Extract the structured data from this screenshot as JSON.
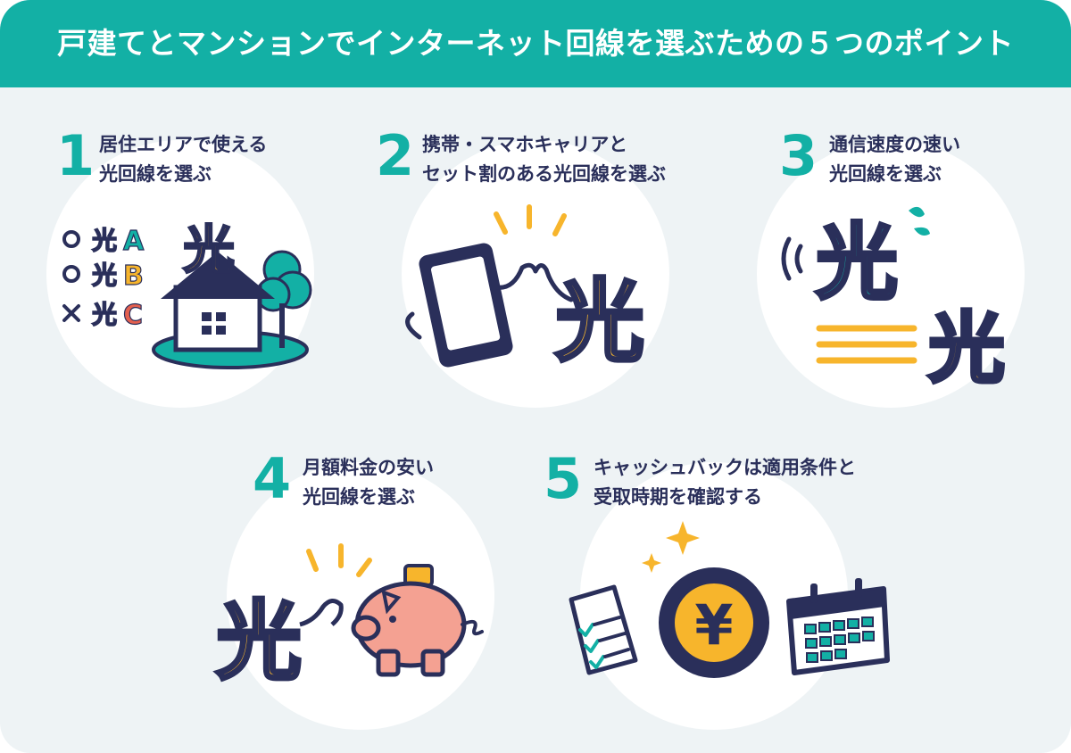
{
  "header": {
    "title": "戸建てとマンションでインターネット回線を選ぶための５つのポイント"
  },
  "points": [
    {
      "number": "1",
      "line1": "居住エリアで使える",
      "line2": "光回線を選ぶ"
    },
    {
      "number": "2",
      "line1": "携帯・スマホキャリアと",
      "line2": "セット割のある光回線を選ぶ"
    },
    {
      "number": "3",
      "line1": "通信速度の速い",
      "line2": "光回線を選ぶ"
    },
    {
      "number": "4",
      "line1": "月額料金の安い",
      "line2": "光回線を選ぶ"
    },
    {
      "number": "5",
      "line1": "キャッシュバックは適用条件と",
      "line2": "受取時期を確認する"
    }
  ],
  "illustrations": {
    "hikari_char": "光",
    "options": [
      {
        "mark": "○",
        "label": "光",
        "letter": "A"
      },
      {
        "mark": "○",
        "label": "光",
        "letter": "B"
      },
      {
        "mark": "×",
        "label": "光",
        "letter": "C"
      }
    ],
    "yen_symbol": "¥",
    "colors": {
      "teal": "#13b0a5",
      "navy": "#2a2f5a",
      "yellow": "#f7b52c",
      "pink": "#f4a192",
      "red": "#e4604f"
    }
  }
}
